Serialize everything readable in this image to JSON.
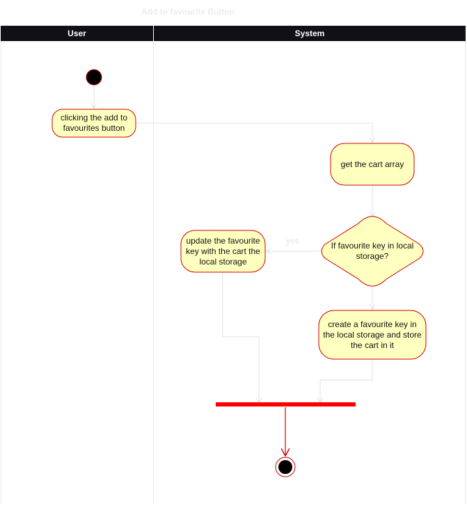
{
  "title": "Add to favourite Button",
  "lanes": {
    "user": "User",
    "system": "System"
  },
  "nodes": {
    "click_add": "clicking the add to favourites button",
    "get_cart": "get the cart array",
    "decision": "If favourite key in local storage?",
    "update_key": "update the favourite key with the cart  the local storage",
    "create_key": "create a favourite key in the local storage and store the cart in it"
  },
  "edges": {
    "yes_label": "yes"
  },
  "colors": {
    "node_fill": "#ffffc0",
    "node_border": "#cc0000",
    "lane_header": "#121016",
    "join_bar": "#ff0000",
    "connector": "#e0e0e0"
  }
}
